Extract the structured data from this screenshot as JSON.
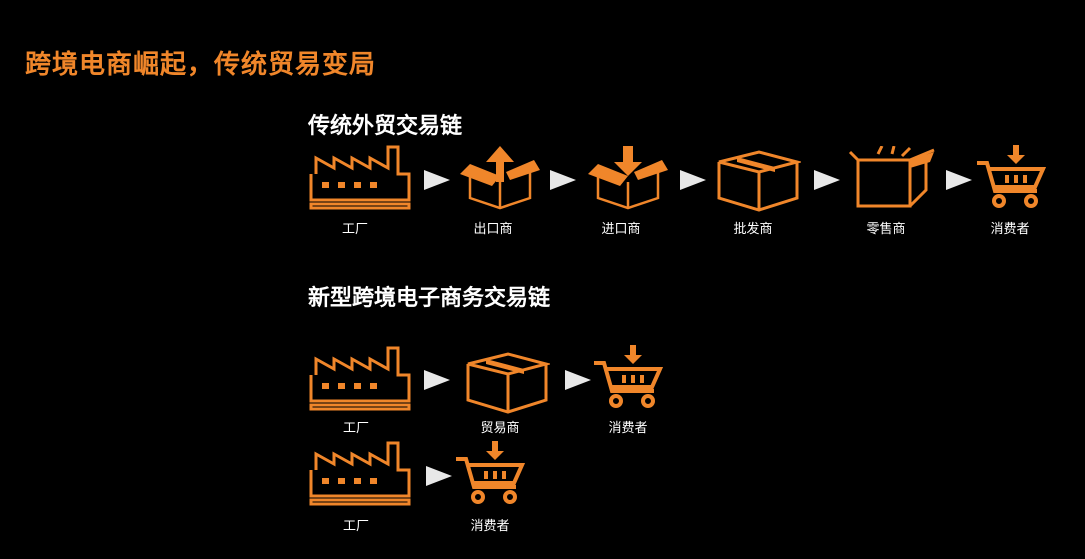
{
  "title": "跨境电商崛起，传统贸易变局",
  "traditional": {
    "heading": "传统外贸交易链",
    "nodes": [
      {
        "label": "工厂",
        "icon": "factory-icon"
      },
      {
        "label": "出口商",
        "icon": "box-export-icon"
      },
      {
        "label": "进口商",
        "icon": "box-import-icon"
      },
      {
        "label": "批发商",
        "icon": "box-closed-icon"
      },
      {
        "label": "零售商",
        "icon": "box-open-icon"
      },
      {
        "label": "消费者",
        "icon": "cart-icon"
      }
    ]
  },
  "new": {
    "heading": "新型跨境电子商务交易链",
    "chain_a": [
      {
        "label": "工厂",
        "icon": "factory-icon"
      },
      {
        "label": "贸易商",
        "icon": "box-closed-icon"
      },
      {
        "label": "消费者",
        "icon": "cart-icon"
      }
    ],
    "chain_b": [
      {
        "label": "工厂",
        "icon": "factory-icon"
      },
      {
        "label": "消费者",
        "icon": "cart-icon"
      }
    ]
  },
  "colors": {
    "accent": "#f0862a",
    "text": "#ffffff",
    "background": "#000000"
  }
}
